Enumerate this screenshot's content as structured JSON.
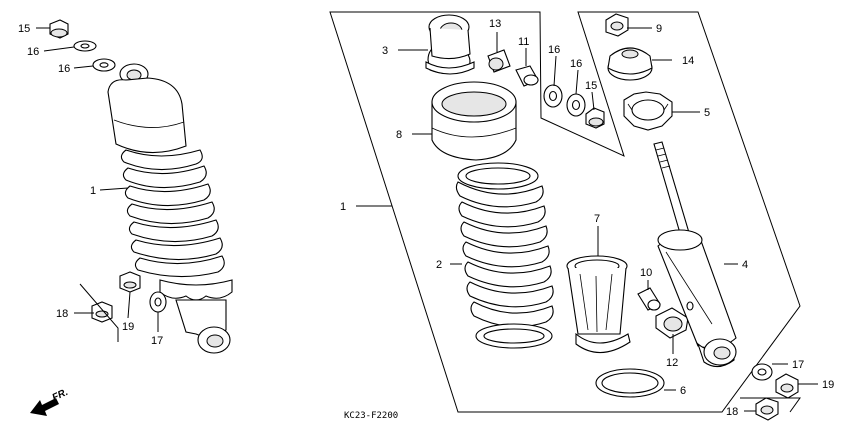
{
  "parts": {
    "l15": "15",
    "l16a": "16",
    "l16b": "16",
    "l1": "1",
    "l18": "18",
    "l19": "19",
    "l17": "17",
    "r3": "3",
    "r13": "13",
    "r11": "11",
    "r16": "16",
    "r16b": "16",
    "r15": "15",
    "r9": "9",
    "r14": "14",
    "r5": "5",
    "r8": "8",
    "r1": "1",
    "r2": "2",
    "r7": "7",
    "r10": "10",
    "r12": "12",
    "r4": "4",
    "r6": "6",
    "r17": "17",
    "r19": "19",
    "r18": "18"
  },
  "diagram_code": "KC23-F2200",
  "direction_label": "FR."
}
